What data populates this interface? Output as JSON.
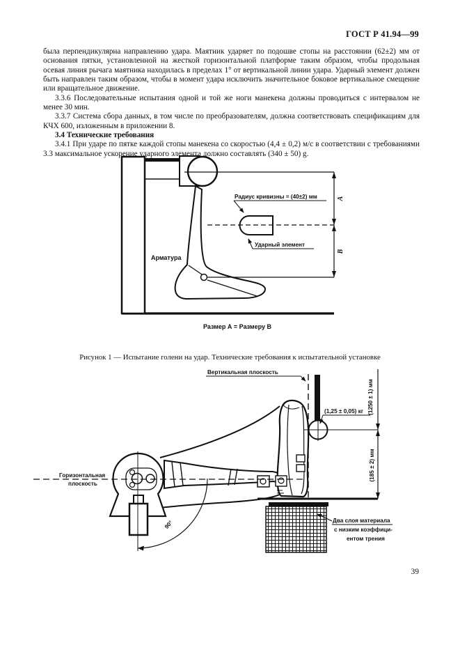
{
  "header": {
    "doc_code": "ГОСТ Р 41.94—99"
  },
  "paragraphs": {
    "p1": "была перпендикулярна направлению удара. Маятник ударяет по подошве стопы на расстоянии (62±2) мм от основания пятки, установленной на жесткой горизонтальной платформе таким образом, чтобы продольная осевая линия рычага маятника находилась в пределах 1° от вертикальной линии удара. Ударный элемент должен быть направлен таким образом, чтобы в момент удара исключить значительное боковое вертикальное смещение или вращательное движение.",
    "p2": "3.3.6 Последовательные испытания одной и той же ноги манекена должны проводиться с интервалом не менее 30 мин.",
    "p3": "3.3.7 Система сбора данных, в том числе по преобразователям, должна соответствовать спецификациям для КЧХ 600, изложенным в приложении 8.",
    "p4": "3.4 Технические требования",
    "p5": "3.4.1 При ударе по пятке каждой стопы манекена со скоростью (4,4 ± 0,2) м/с в соответствии с требованиями 3.3 максимальное ускорение ударного элемента должно составлять (340 ± 50) g."
  },
  "figure1": {
    "label_radius": "Радиус кривизны = (40±2) мм",
    "label_impactor": "Ударный элемент",
    "label_fixture": "Арматура",
    "dim_a": "А",
    "dim_b": "В",
    "size_equation": "Размер А = Размеру В",
    "caption": "Рисунок 1 — Испытание голени на удар. Технические требования к испытательной установке"
  },
  "figure2": {
    "label_vertical_plane": "Вертикальная плоскость",
    "label_pendulum_mass": "(1,25 ± 0,05) кг",
    "dim_pendulum_length": "(1250 ± 1) мм",
    "dim_heel_height": "(185 ± 2) мм",
    "label_horizontal_plane_1": "Горизонтальная",
    "label_horizontal_plane_2": "плоскость",
    "label_angle": "90°",
    "label_material_1": "Два слоя материала",
    "label_material_2": "с низким коэффици-",
    "label_material_3": "ентом трения"
  },
  "footer": {
    "page_number": "39"
  }
}
